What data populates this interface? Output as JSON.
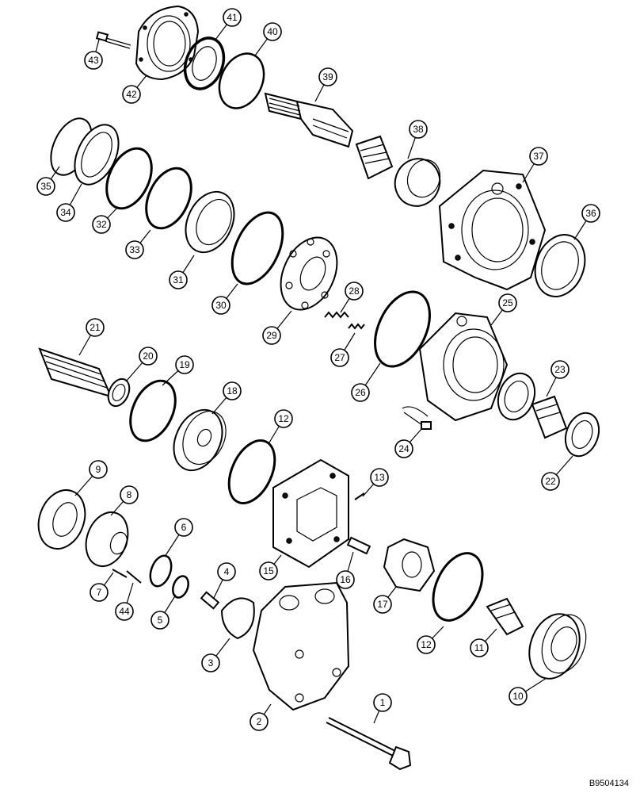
{
  "figure_code": "B9504134",
  "callouts": [
    "1",
    "2",
    "3",
    "4",
    "5",
    "6",
    "7",
    "8",
    "9",
    "10",
    "11",
    "12",
    "12",
    "13",
    "15",
    "16",
    "17",
    "18",
    "19",
    "20",
    "21",
    "22",
    "23",
    "24",
    "25",
    "26",
    "27",
    "28",
    "29",
    "30",
    "31",
    "32",
    "33",
    "34",
    "35",
    "36",
    "37",
    "38",
    "39",
    "40",
    "41",
    "42",
    "43",
    "44"
  ]
}
